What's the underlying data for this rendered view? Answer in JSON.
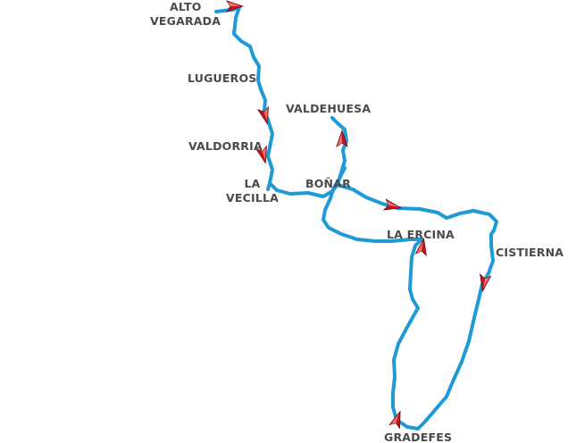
{
  "places": {
    "alto_vegarada": [
      "ALTO",
      "VEGARADA"
    ],
    "lugueros": "LUGUEROS",
    "valdehuesa": "VALDEHUESA",
    "valdorria": "VALDORRIA",
    "la_vecilla": [
      "LA",
      "VECILLA"
    ],
    "bonar": "BOÑAR",
    "la_ercina": "LA ERCINA",
    "cistierna": "CISTIERNA",
    "gradefes": "GRADEFES"
  },
  "colors": {
    "route": "#1e9ad6",
    "arrow": "#c8141c",
    "label": "#4a4a4a"
  },
  "icons": {
    "direction_marker": "red-arrowhead"
  }
}
